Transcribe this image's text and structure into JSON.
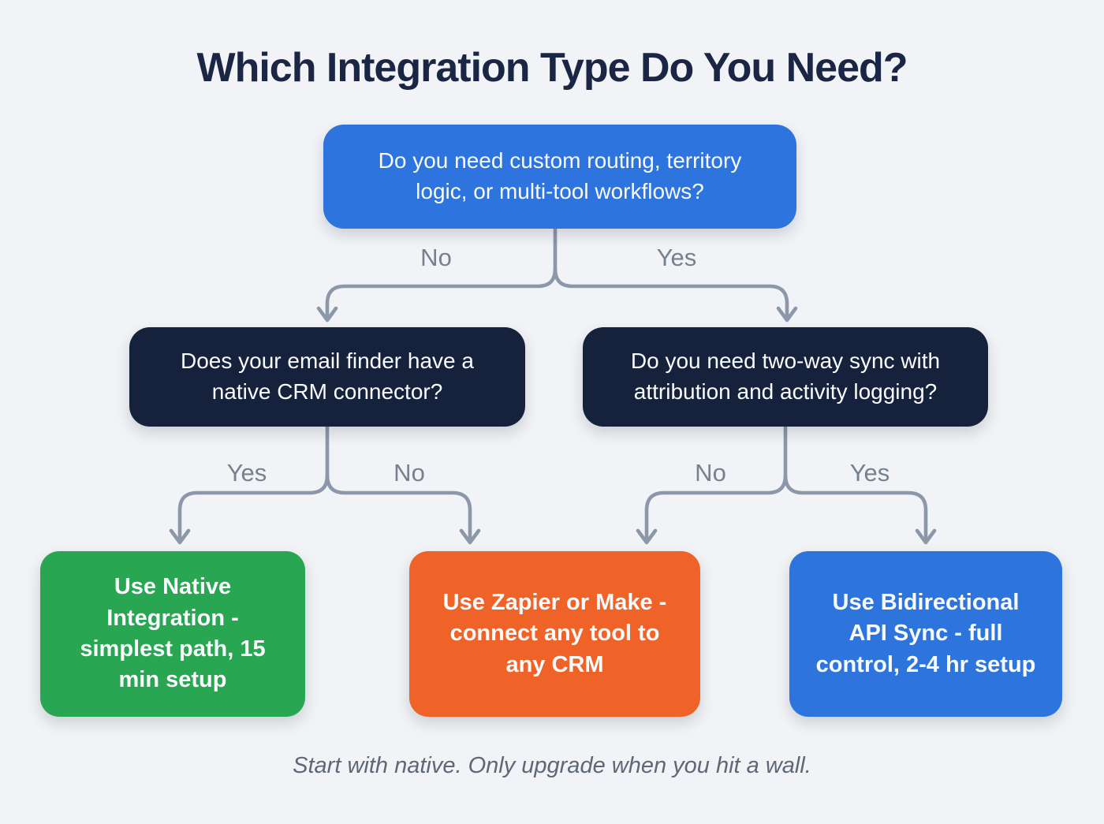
{
  "title": "Which Integration Type Do You Need?",
  "nodes": {
    "root": {
      "text": "Do you need custom routing, territory logic, or multi-tool workflows?"
    },
    "qleft": {
      "text": "Does your email finder have a native CRM connector?"
    },
    "qright": {
      "text": "Do you need two-way sync with attribution and activity logging?"
    },
    "native": {
      "text": "Use Native Integration - simplest path, 15 min setup"
    },
    "zapier": {
      "text": "Use Zapier or Make - connect any tool to any CRM"
    },
    "api": {
      "text": "Use Bidirectional API Sync - full control, 2-4 hr setup"
    }
  },
  "edges": {
    "root_no": "No",
    "root_yes": "Yes",
    "left_yes": "Yes",
    "left_no": "No",
    "right_no": "No",
    "right_yes": "Yes"
  },
  "footer": "Start with native. Only upgrade when you hit a wall.",
  "colors": {
    "background": "#f1f3f6",
    "title_text": "#1a2644",
    "root_box": "#2d74df",
    "question_box": "#16213c",
    "native_box": "#29a651",
    "zapier_box": "#ef6329",
    "api_box": "#2d74dd",
    "connector": "#8c97a9",
    "edge_label": "#76818f",
    "footer_text": "#5d6775",
    "box_text": "#f8fafc"
  }
}
